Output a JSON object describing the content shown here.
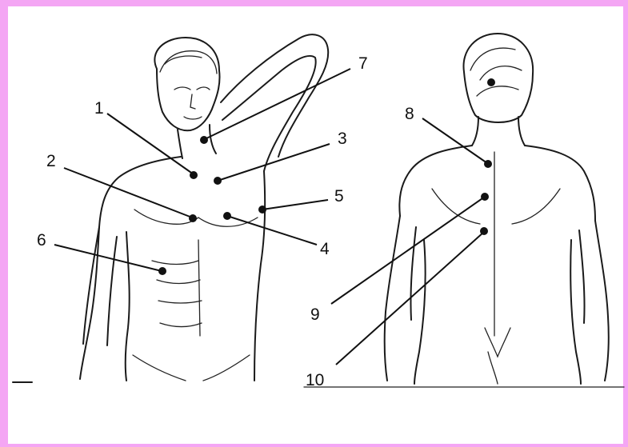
{
  "diagram": {
    "colors": {
      "border": "#f4a6f4",
      "ink": "#111111",
      "background": "#ffffff"
    },
    "views": [
      "front-torso",
      "back-torso"
    ],
    "points": [
      {
        "number": "1"
      },
      {
        "number": "2"
      },
      {
        "number": "3"
      },
      {
        "number": "4"
      },
      {
        "number": "5"
      },
      {
        "number": "6"
      },
      {
        "number": "7"
      },
      {
        "number": "8"
      },
      {
        "number": "9"
      },
      {
        "number": "10"
      }
    ]
  }
}
